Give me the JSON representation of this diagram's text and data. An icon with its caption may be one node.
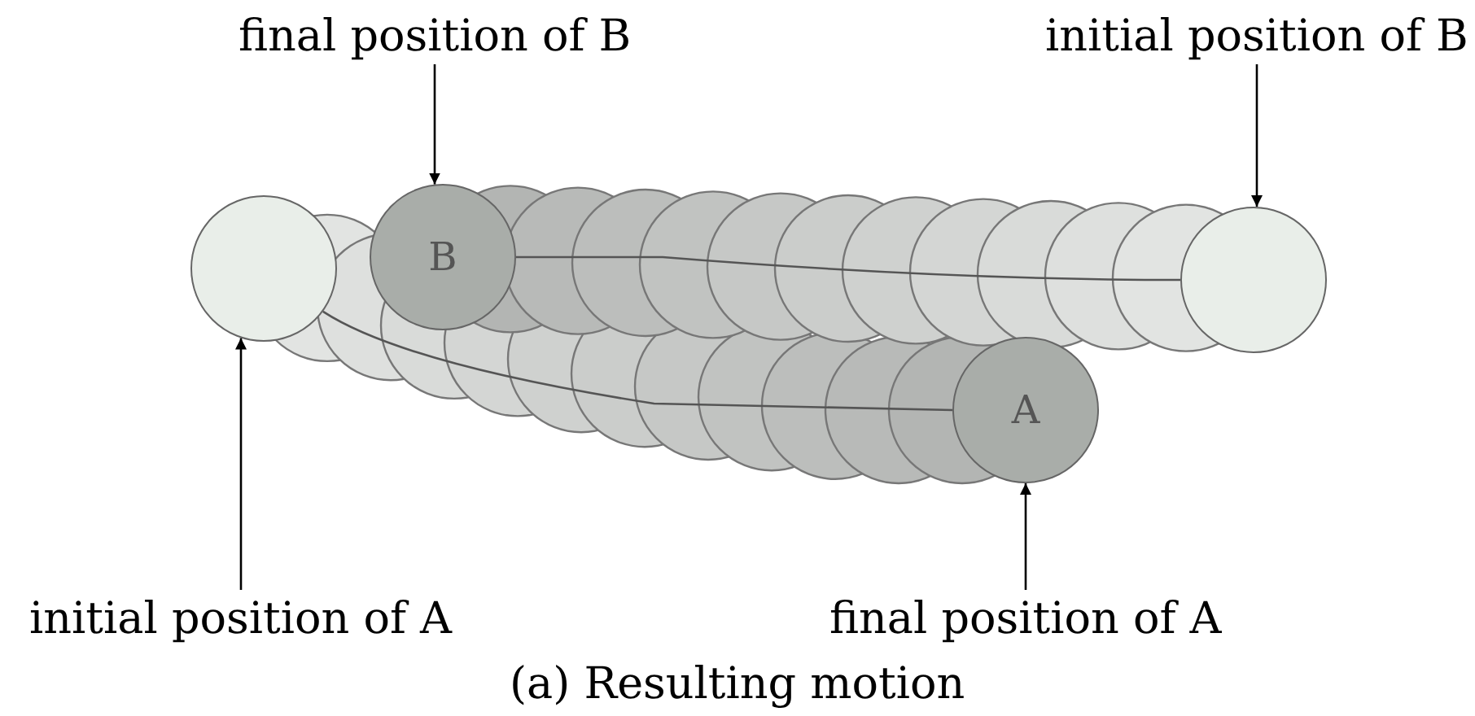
{
  "diagram": {
    "caption": "(a) Resulting motion",
    "nodes": [
      {
        "text": [
          "final position of B"
        ]
      },
      {
        "text": [
          "initial position of B"
        ]
      },
      {
        "text": [
          "B"
        ]
      },
      {
        "text": [],
        "shape": "circle"
      },
      {
        "text": [],
        "shape": "circle"
      },
      {
        "text": [
          "A"
        ]
      },
      {
        "text": [
          "initial position of A"
        ]
      },
      {
        "text": [
          "final position of A"
        ]
      }
    ],
    "edges": [
      {
        "from": 0,
        "to": 2,
        "arrow": "to"
      },
      {
        "from": 1,
        "to": 4,
        "arrow": "to"
      },
      {
        "from": 6,
        "to": 3,
        "arrow": "to"
      },
      {
        "from": 7,
        "to": 5,
        "arrow": "to"
      },
      {
        "from": 2,
        "to": 4,
        "arrow": "none"
      },
      {
        "from": 3,
        "to": 5,
        "arrow": "none"
      }
    ]
  }
}
